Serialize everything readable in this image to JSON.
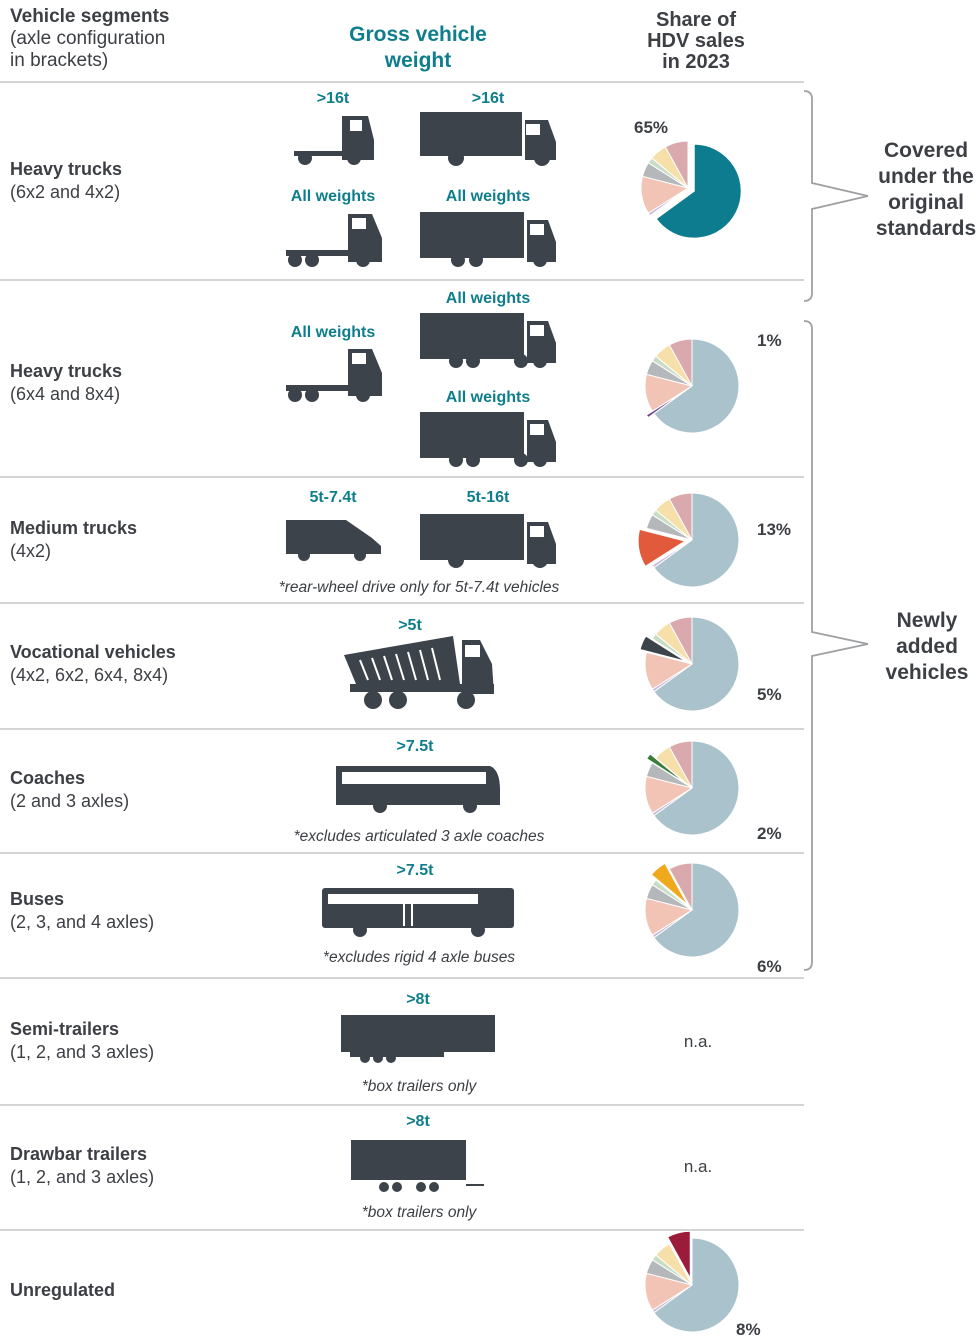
{
  "header": {
    "segments_title": "Vehicle segments",
    "segments_sub1": "(axle configuration",
    "segments_sub2": "in brackets)",
    "gvw_line1": "Gross vehicle",
    "gvw_line2": "weight",
    "share_line1": "Share of",
    "share_line2": "HDV sales",
    "share_line3": "in 2023"
  },
  "rows": [
    {
      "name": "Heavy trucks",
      "axles": "(6x2 and 4x2)",
      "weights": [
        ">16t",
        ">16t",
        "All weights",
        "All weights"
      ],
      "note": "",
      "share": "65%"
    },
    {
      "name": "Heavy trucks",
      "axles": "(6x4 and 8x4)",
      "weights": [
        "All weights",
        "All weights",
        "All weights"
      ],
      "note": "",
      "share": "1%"
    },
    {
      "name": "Medium trucks",
      "axles": "(4x2)",
      "weights": [
        "5t-7.4t",
        "5t-16t"
      ],
      "note": "*rear-wheel drive only for 5t-7.4t vehicles",
      "share": "13%"
    },
    {
      "name": "Vocational vehicles",
      "axles": "(4x2, 6x2, 6x4, 8x4)",
      "weights": [
        ">5t"
      ],
      "note": "",
      "share": "5%"
    },
    {
      "name": "Coaches",
      "axles": "(2 and 3 axles)",
      "weights": [
        ">7.5t"
      ],
      "note": "*excludes articulated 3 axle coaches",
      "share": "2%"
    },
    {
      "name": "Buses",
      "axles": "(2, 3, and 4 axles)",
      "weights": [
        ">7.5t"
      ],
      "note": "*excludes rigid 4 axle buses",
      "share": "6%"
    },
    {
      "name": "Semi-trailers",
      "axles": "(1, 2, and 3 axles)",
      "weights": [
        ">8t"
      ],
      "note": "*box trailers only",
      "share": "n.a."
    },
    {
      "name": "Drawbar trailers",
      "axles": "(1, 2, and 3 axles)",
      "weights": [
        ">8t"
      ],
      "note": "*box trailers only",
      "share": "n.a."
    },
    {
      "name": "Unregulated",
      "axles": "",
      "weights": [],
      "note": "",
      "share": "8%"
    }
  ],
  "groups": {
    "original_line1": "Covered",
    "original_line2": "under the",
    "original_line3": "original",
    "original_line4": "standards",
    "new_line1": "Newly",
    "new_line2": "added",
    "new_line3": "vehicles"
  },
  "chart_data": {
    "type": "pie",
    "title": "Share of HDV sales in 2023",
    "categories": [
      "Heavy trucks (6x2 and 4x2)",
      "Heavy trucks (6x4 and 8x4)",
      "Medium trucks",
      "Vocational vehicles",
      "Coaches",
      "Buses",
      "Unregulated"
    ],
    "values": [
      65,
      1,
      13,
      5,
      2,
      6,
      8
    ],
    "unit": "%",
    "colors": {
      "Heavy trucks (6x2 and 4x2)": "#0e7c8f",
      "Heavy trucks (6x4 and 8x4)": "#6e3e8a",
      "Medium trucks": "#e05a3b",
      "Vocational vehicles": "#3d434b",
      "Coaches": "#3a7d3a",
      "Buses": "#f0a81c",
      "Unregulated": "#9b1b3a"
    },
    "muted_colors": {
      "Heavy trucks (6x2 and 4x2)": "#a9c2cc",
      "Heavy trucks (6x4 and 8x4)": "#c7b7d6",
      "Medium trucks": "#f1c4b6",
      "Vocational vehicles": "#b5b8bb",
      "Coaches": "#c9dcc4",
      "Buses": "#f6dfa8",
      "Unregulated": "#d9a9ad"
    },
    "highlight_per_row": [
      "Heavy trucks (6x2 and 4x2)",
      "Heavy trucks (6x4 and 8x4)",
      "Medium trucks",
      "Vocational vehicles",
      "Coaches",
      "Buses",
      null,
      null,
      "Unregulated"
    ]
  }
}
